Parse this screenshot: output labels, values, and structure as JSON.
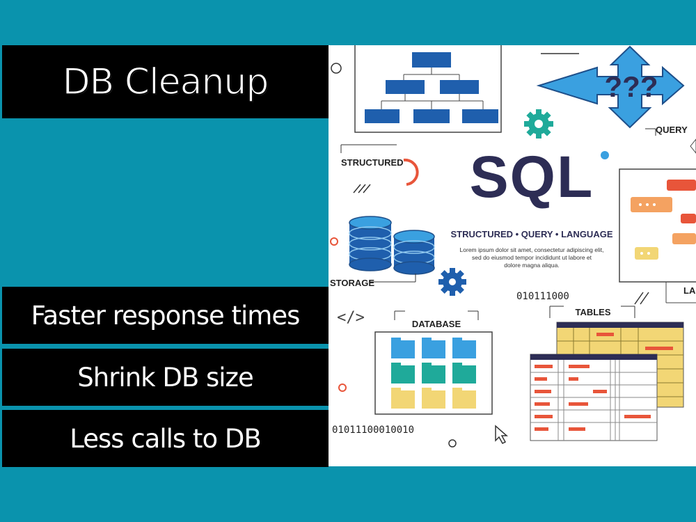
{
  "title": "DB Cleanup",
  "bullets": [
    "Faster response times",
    "Shrink DB size",
    "Less calls to DB"
  ],
  "illustration": {
    "sql": "SQL",
    "sql_subtitle": "STRUCTURED • QUERY • LANGUAGE",
    "lorem_lines": [
      "Lorem ipsum dolor sit amet, consectetur adipiscing elit,",
      "sed do eiusmod tempor incididunt ut labore et",
      "dolore magna aliqua."
    ],
    "label_structured": "STRUCTURED",
    "label_query": "QUERY",
    "label_storage": "STORAGE",
    "label_database": "DATABASE",
    "label_tables": "TABLES",
    "label_la": "LA",
    "question_marks": "???",
    "code_tag": "</>",
    "binary_1": "010111000",
    "binary_2": "01011100010010"
  },
  "colors": {
    "background": "#0a93ad",
    "box": "#000000",
    "navy": "#2d2d55",
    "blue": "#1f5fad",
    "sky": "#3aa0e0",
    "teal": "#1faa9a",
    "red": "#e8553a",
    "yellow": "#f2d675"
  }
}
